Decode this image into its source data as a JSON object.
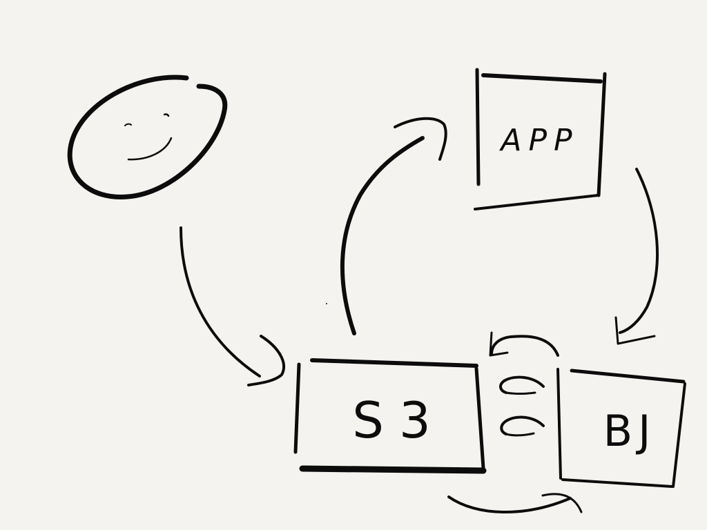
{
  "diagram": {
    "nodes": {
      "user": {
        "label": ""
      },
      "app": {
        "label": "APP"
      },
      "s3": {
        "label": "S3"
      },
      "bj": {
        "label": "BJ"
      }
    },
    "edges": [
      {
        "from": "user",
        "to": "s3"
      },
      {
        "from": "s3",
        "to": "app"
      },
      {
        "from": "app",
        "to": "bj"
      },
      {
        "from": "bj",
        "to": "s3"
      },
      {
        "from": "bj",
        "to": "s3"
      },
      {
        "from": "bj",
        "to": "s3"
      },
      {
        "from": "s3",
        "to": "bj"
      }
    ]
  },
  "colors": {
    "background": "#f4f3ef",
    "ink": "#0c0c0c"
  }
}
